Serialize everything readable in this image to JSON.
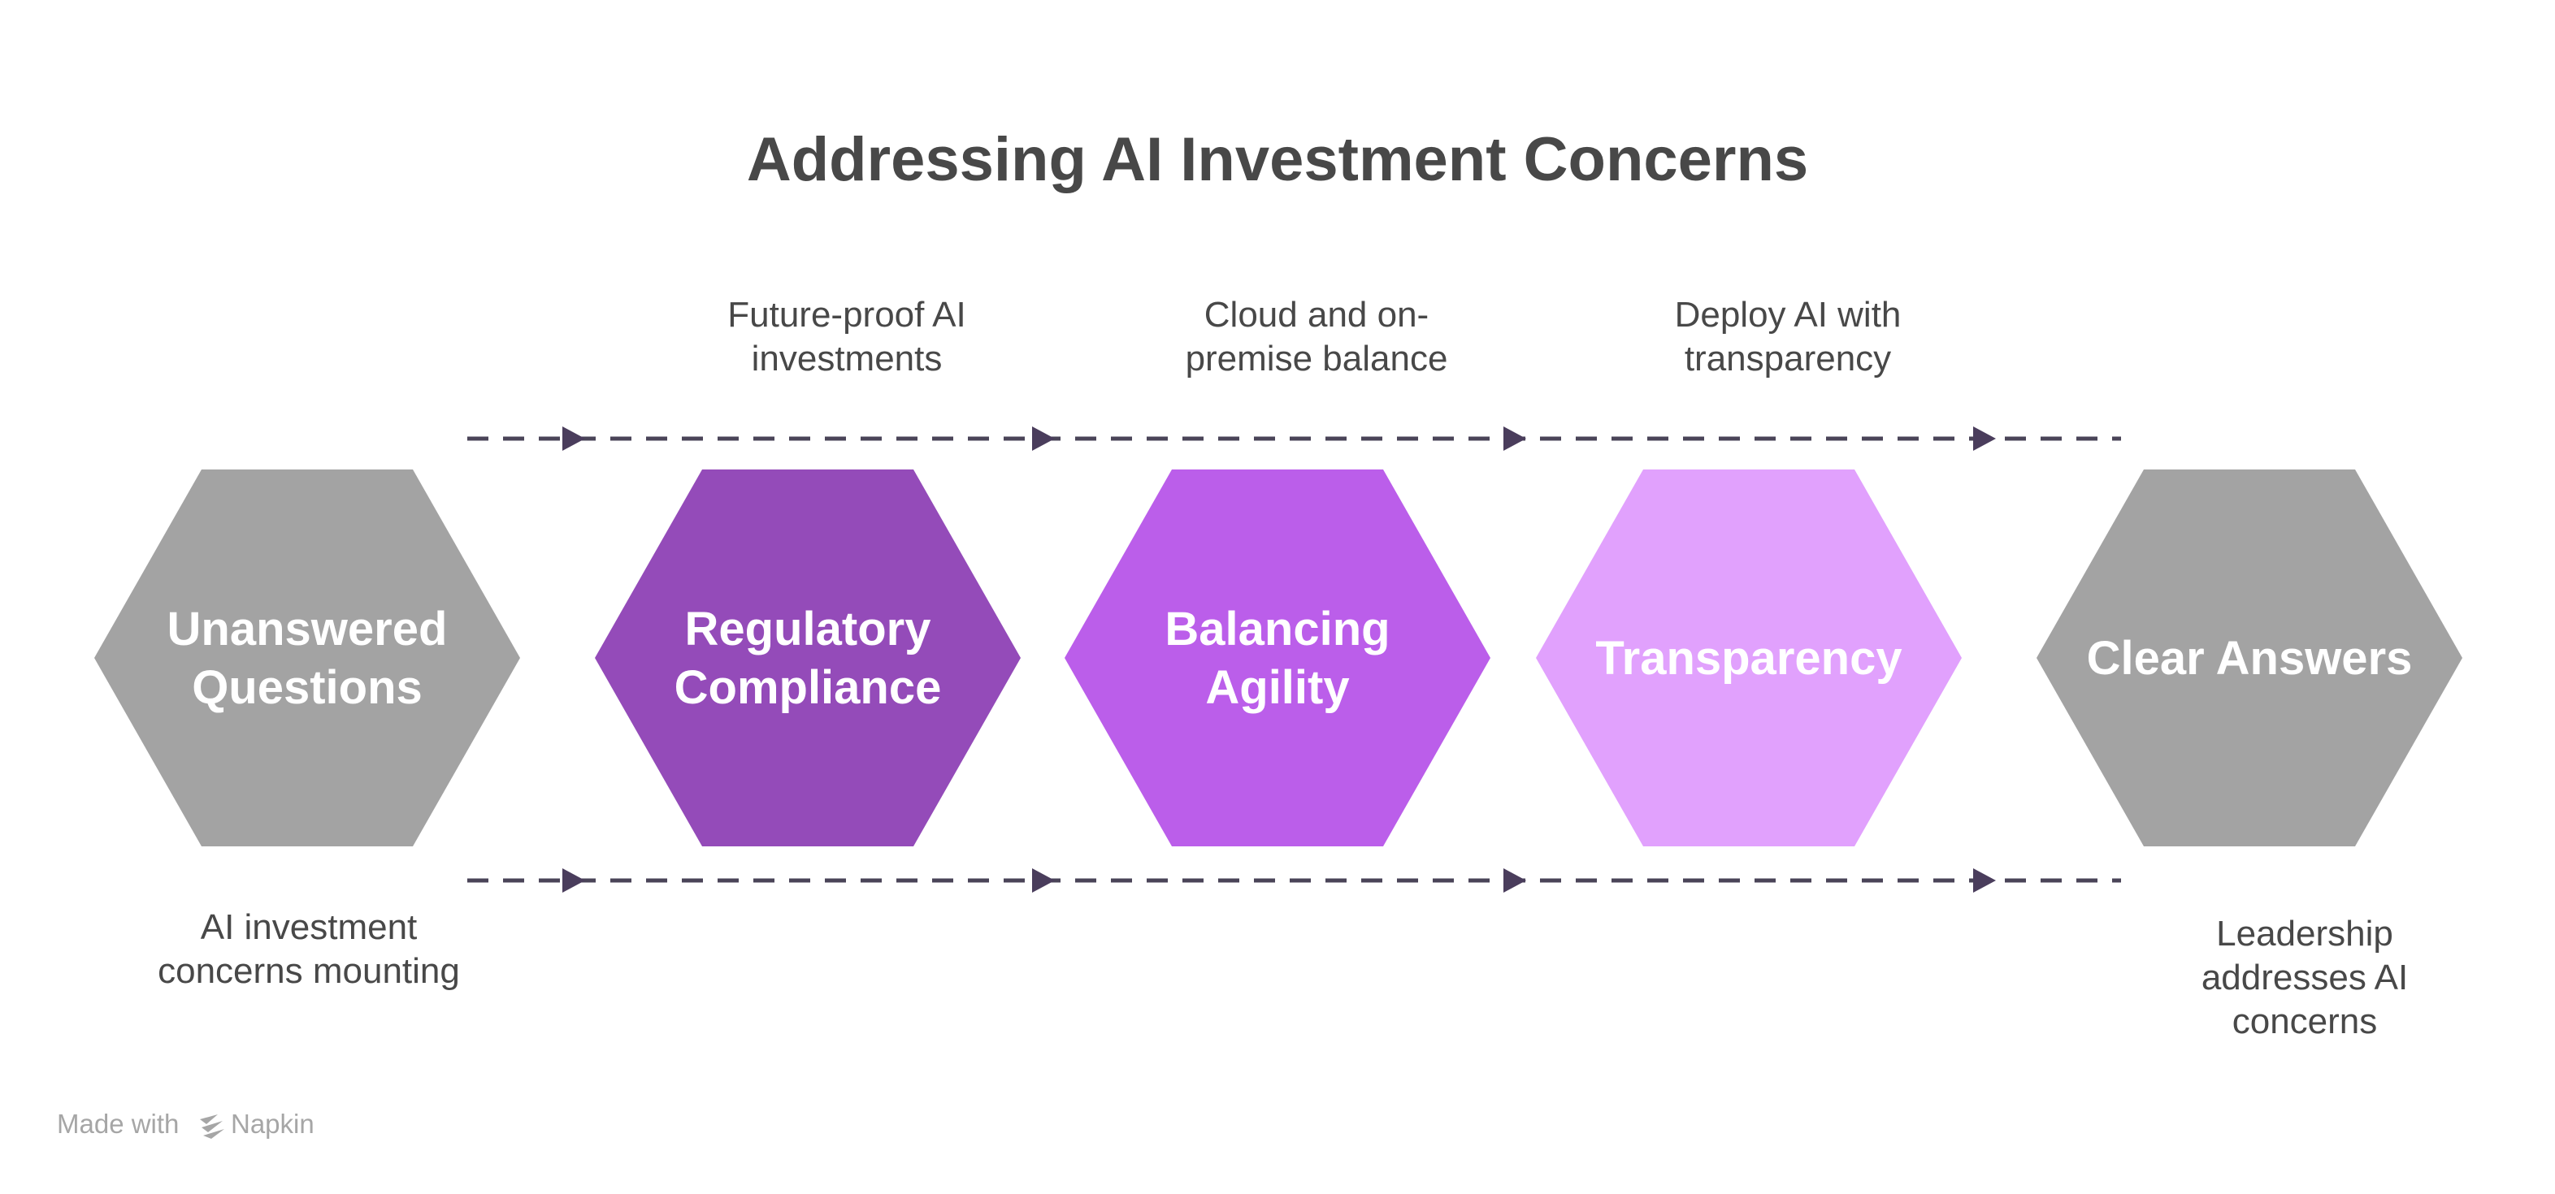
{
  "title": "Addressing AI Investment Concerns",
  "stages": [
    {
      "label_lines": [
        "Unanswered",
        "Questions"
      ],
      "caption_lines": [
        "AI investment",
        "concerns mounting"
      ],
      "caption_position": "bottom",
      "color": "#a3a3a3"
    },
    {
      "label_lines": [
        "Regulatory",
        "Compliance"
      ],
      "caption_lines": [
        "Future-proof AI",
        "investments"
      ],
      "caption_position": "top",
      "color": "#944bb9"
    },
    {
      "label_lines": [
        "Balancing",
        "Agility"
      ],
      "caption_lines": [
        "Cloud and on-",
        "premise balance"
      ],
      "caption_position": "top",
      "color": "#bb5eea"
    },
    {
      "label_lines": [
        "Transparency"
      ],
      "caption_lines": [
        "Deploy AI with",
        "transparency"
      ],
      "caption_position": "top",
      "color": "#e1a1fd"
    },
    {
      "label_lines": [
        "Clear Answers"
      ],
      "caption_lines": [
        "Leadership",
        "addresses AI",
        "concerns"
      ],
      "caption_position": "bottom",
      "color": "#a3a3a3"
    }
  ],
  "footer": {
    "made_with": "Made with",
    "brand": "Napkin"
  },
  "colors": {
    "connector": "#4a3d5c",
    "text": "#484848"
  }
}
